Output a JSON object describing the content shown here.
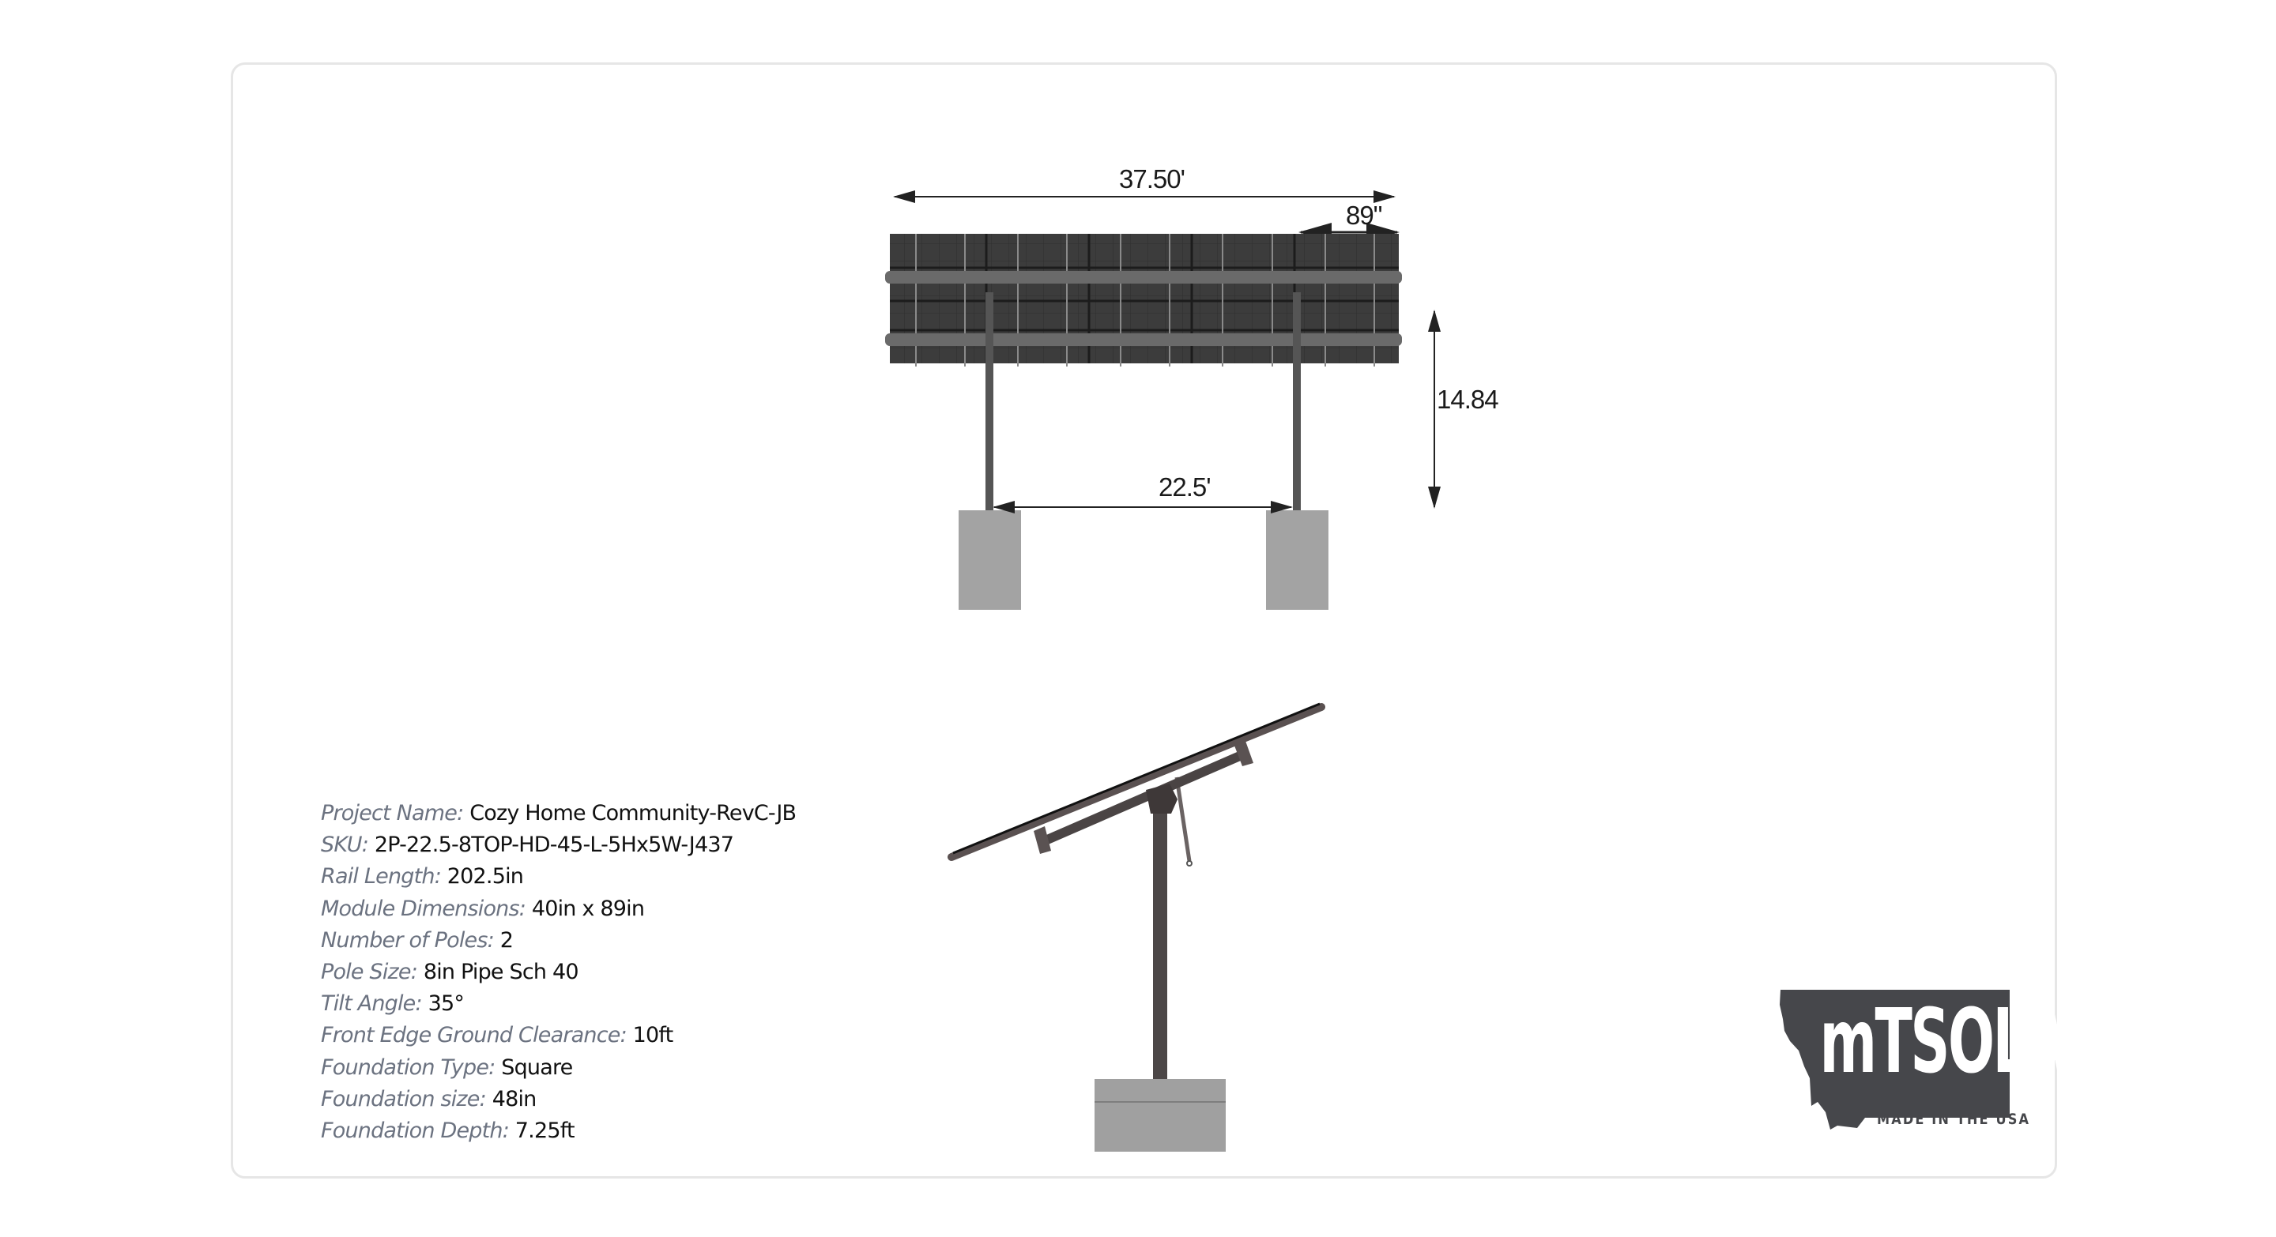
{
  "front_view": {
    "overall_width": "37.50'",
    "module_width": "89\"",
    "pole_spacing": "22.5'",
    "height": "14.84"
  },
  "specs": [
    {
      "label": "Project Name:",
      "value": "Cozy Home Community-RevC-JB"
    },
    {
      "label": "SKU:",
      "value": "2P-22.5-8TOP-HD-45-L-5Hx5W-J437"
    },
    {
      "label": "Rail Length:",
      "value": "202.5in"
    },
    {
      "label": "Module Dimensions:",
      "value": "40in x 89in"
    },
    {
      "label": "Number of Poles:",
      "value": "2"
    },
    {
      "label": "Pole Size:",
      "value": "8in Pipe Sch 40"
    },
    {
      "label": "Tilt Angle:",
      "value": "35°"
    },
    {
      "label": "Front Edge Ground Clearance:",
      "value": "10ft"
    },
    {
      "label": "Foundation Type:",
      "value": "Square"
    },
    {
      "label": "Foundation size:",
      "value": "48in"
    },
    {
      "label": "Foundation Depth:",
      "value": "7.25ft"
    }
  ],
  "logo": {
    "name": "mTSOLAR",
    "tagline": "MADE IN THE USA"
  },
  "colors": {
    "panel": "#3a3a3a",
    "steel": "#4a4444",
    "concrete": "#a3a3a3",
    "logo": "#46474b",
    "label": "#6b7280"
  }
}
